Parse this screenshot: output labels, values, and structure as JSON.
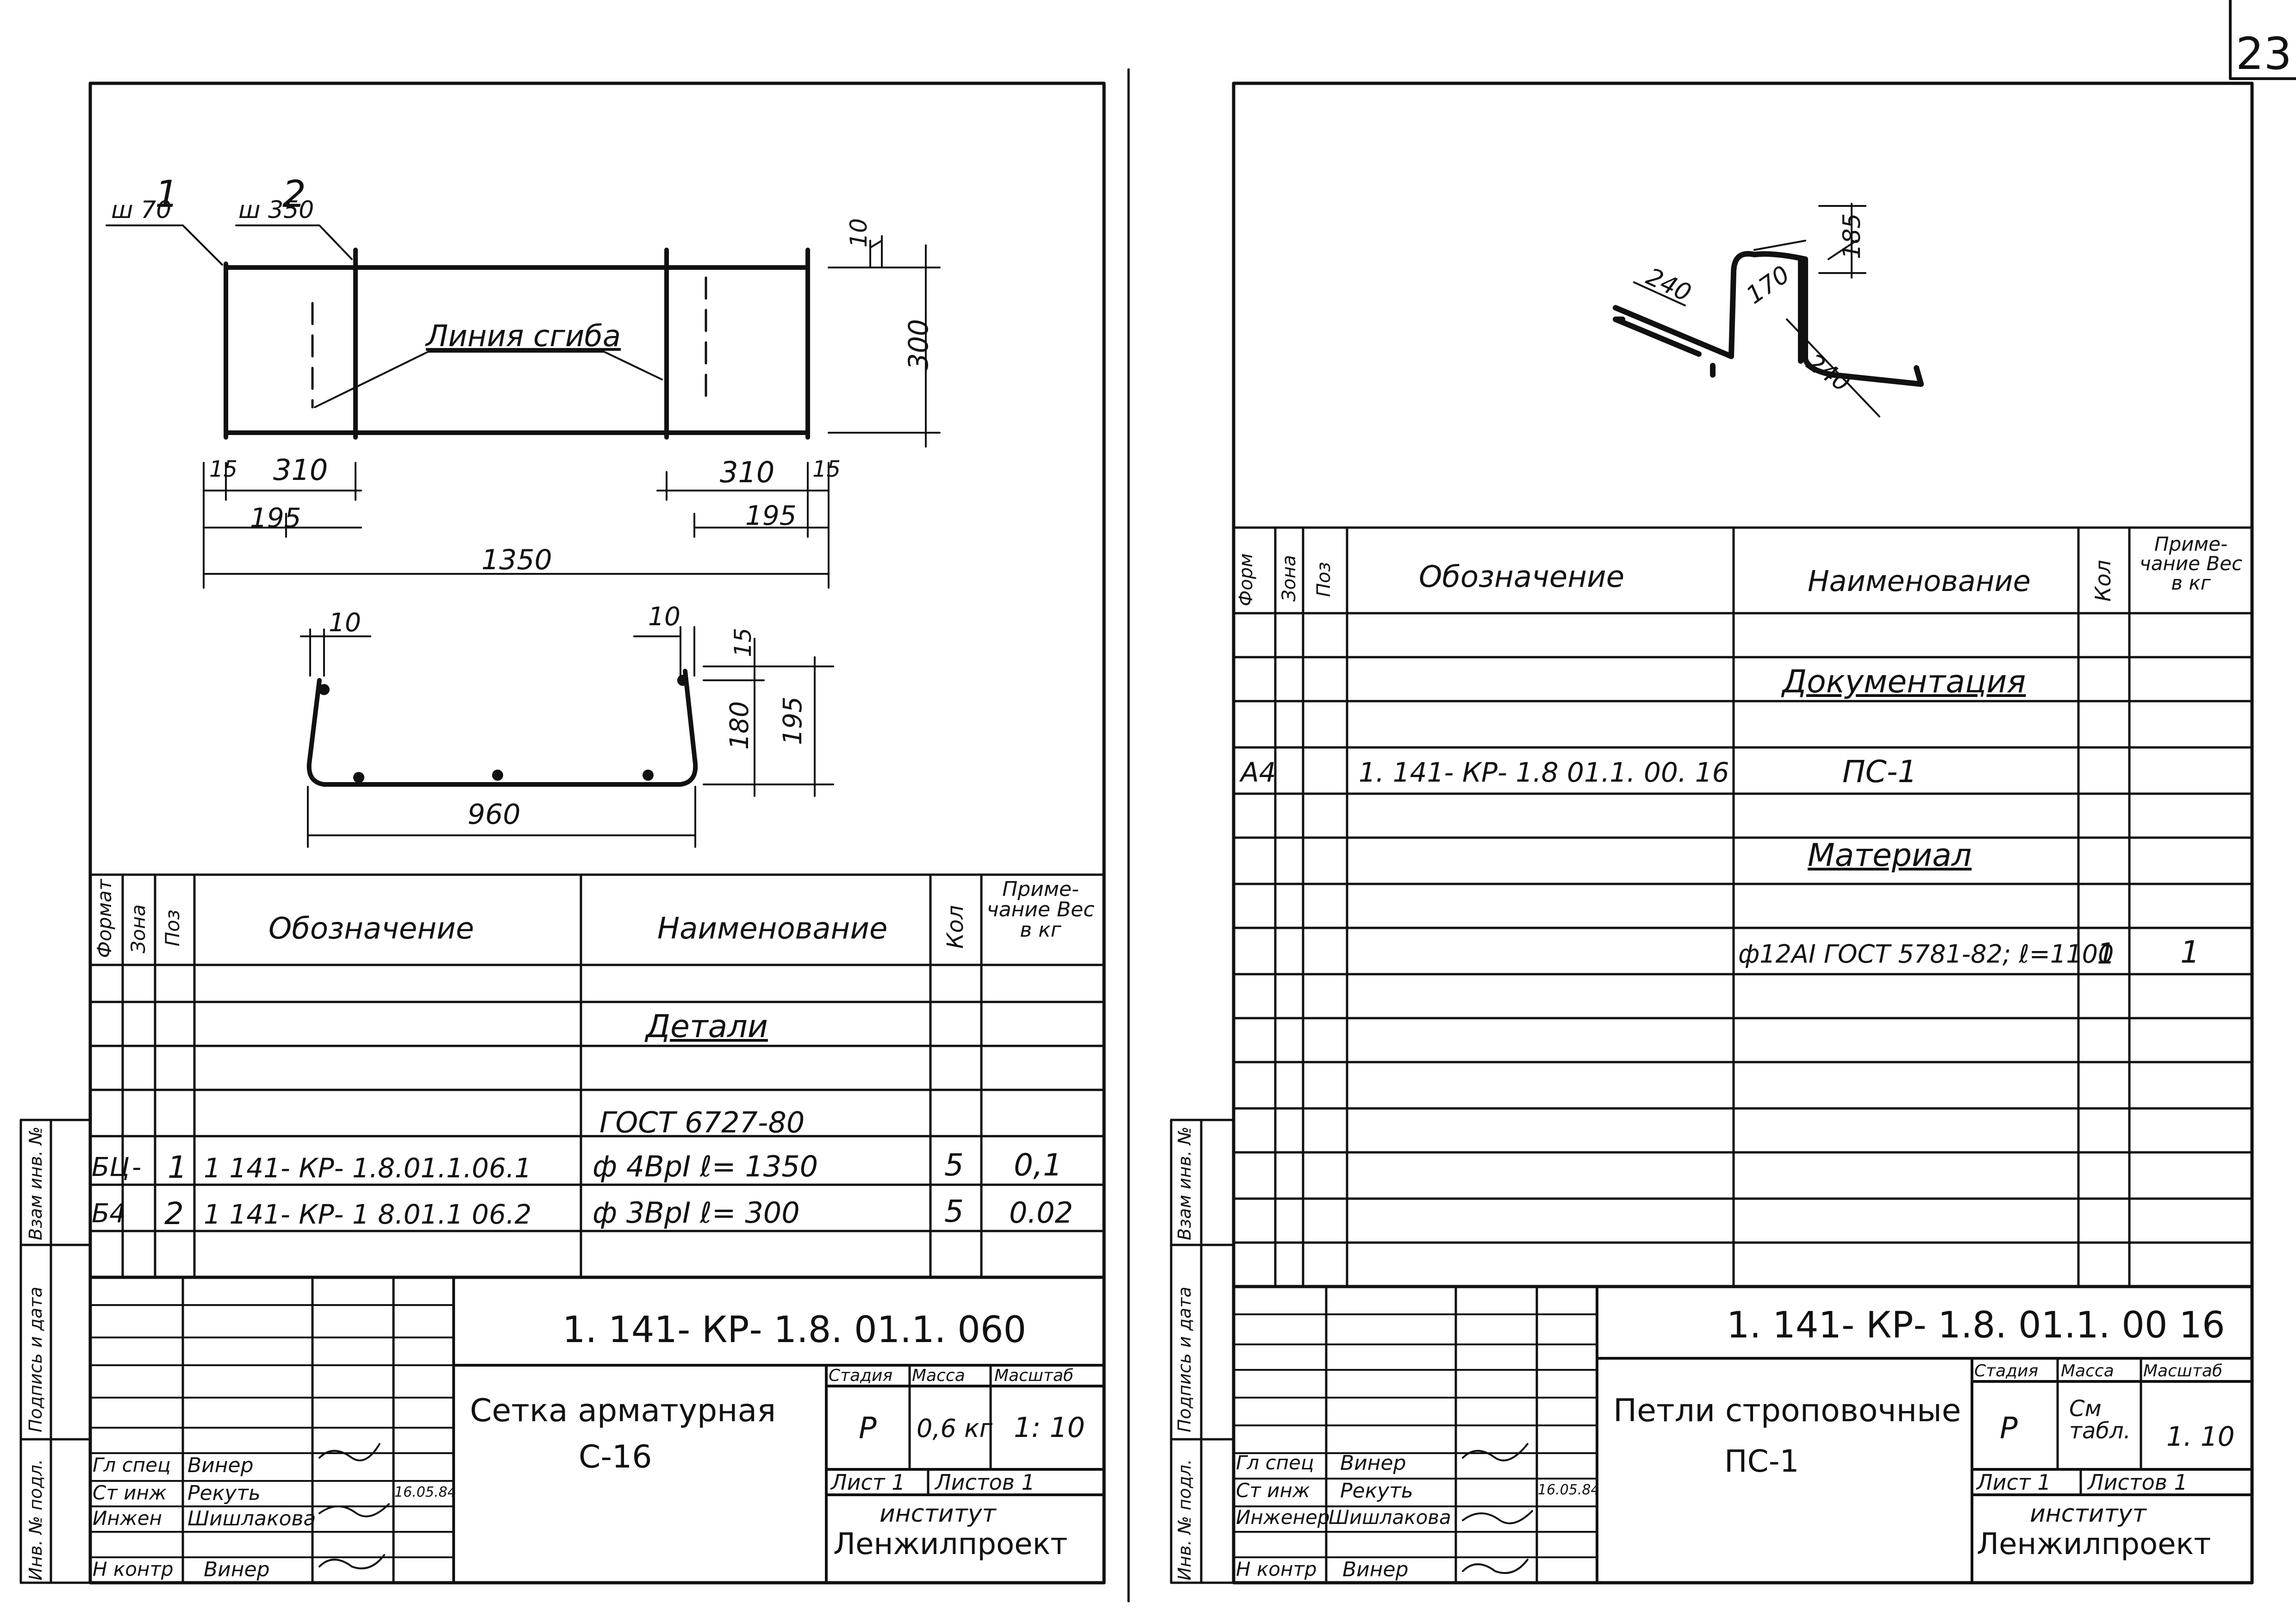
{
  "page_number": "23",
  "left_sheet": {
    "dims": {
      "pos1": "1",
      "pos1_step": "ш 70",
      "pos2": "2",
      "pos2_step": "ш 350",
      "bend_line": "Линия сгиба",
      "d10": "10",
      "d300": "300",
      "d15": "15",
      "d310": "310",
      "d195": "195",
      "d1350": "1350",
      "s10": "10",
      "s15": "15",
      "s180": "180",
      "s195": "195",
      "s960": "960"
    },
    "spec": {
      "header": {
        "format": "Формат",
        "zone": "Зона",
        "pos": "Поз",
        "designation": "Обозначение",
        "name": "Наименование",
        "qty": "Кол",
        "note": "Приме-чание Вес в кг"
      },
      "section": "Детали",
      "standard": "ГОСТ  6727-80",
      "rows": [
        {
          "format": "БЦ",
          "zone": "-",
          "pos": "1",
          "designation": "1 141- КР- 1.8.01.1.06.1",
          "name": "ф 4ВрI     ℓ= 1350",
          "qty": "5",
          "note": "0,1"
        },
        {
          "format": "Б4",
          "zone": "",
          "pos": "2",
          "designation": "1 141- КР- 1 8.01.1 06.2",
          "name": "ф 3ВрI     ℓ= 300",
          "qty": "5",
          "note": "0.02"
        }
      ]
    },
    "title_block": {
      "code": "1. 141- КР- 1.8. 01.1. 060",
      "title_line1": "Сетка  арматурная",
      "title_line2": "С-16",
      "stage_label": "Стадия",
      "mass_label": "Масса",
      "scale_label": "Масштаб",
      "stage": "Р",
      "mass": "0,6 кг",
      "scale": "1: 10",
      "sheet": "Лист  1",
      "sheets": "Листов  1",
      "org_line1": "институт",
      "org_line2": "Ленжилпроект",
      "people": [
        {
          "role": "Гл спец",
          "name": "Винер",
          "date": ""
        },
        {
          "role": "Ст инж",
          "name": "Рекуть",
          "date": "16.05.84"
        },
        {
          "role": "Инжен",
          "name": "Шишлакова",
          "date": ""
        },
        {
          "role": "Н контр",
          "name": "Винер",
          "date": ""
        }
      ]
    },
    "side_labels": {
      "a": "Инв. № подл.",
      "b": "Подпись и дата",
      "c": "Взам инв. №"
    }
  },
  "right_sheet": {
    "dims": {
      "d240a": "240",
      "d170": "170",
      "d185": "185",
      "d240b": "240"
    },
    "spec": {
      "header": {
        "format": "Форм",
        "zone": "Зона",
        "pos": "Поз",
        "designation": "Обозначение",
        "name": "Наименование",
        "qty": "Кол",
        "note": "Приме-чание Вес в кг"
      },
      "section_docs": "Документация",
      "doc_row": {
        "format": "А4",
        "designation": "1. 141- КР- 1.8 01.1. 00. 16",
        "name": "ПС-1"
      },
      "section_material": "Материал",
      "material_row": {
        "name": "ф12АI  ГОСТ 5781-82; ℓ=1100",
        "qty": "1",
        "note": "1"
      }
    },
    "title_block": {
      "code": "1. 141- КР- 1.8. 01.1. 00 16",
      "title_line1": "Петли  строповочные",
      "title_line2": "ПС-1",
      "stage_label": "Стадия",
      "mass_label": "Масса",
      "scale_label": "Масштаб",
      "stage": "Р",
      "mass": "См табл.",
      "scale": "1. 10",
      "sheet": "Лист  1",
      "sheets": "Листов  1",
      "org_line1": "институт",
      "org_line2": "Ленжилпроект",
      "people": [
        {
          "role": "Гл спец",
          "name": "Винер",
          "date": "16.05.84"
        },
        {
          "role": "Ст инж",
          "name": "Рекуть",
          "date": ""
        },
        {
          "role": "Инженер",
          "name": "Шишлакова",
          "date": ""
        },
        {
          "role": "Н контр",
          "name": "Винер",
          "date": ""
        }
      ]
    },
    "side_labels": {
      "a": "Инв. № подл.",
      "b": "Подпись и дата",
      "c": "Взам инв. №"
    }
  }
}
